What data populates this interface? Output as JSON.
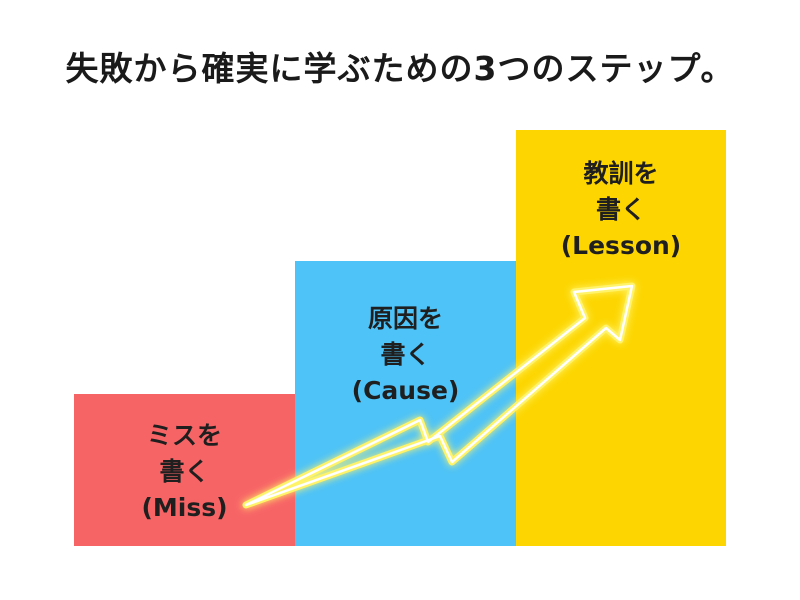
{
  "title": "失敗から確実に学ぶための3つのステップ。",
  "steps": [
    {
      "line1": "ミスを",
      "line2": "書く",
      "line3": "(Miss)",
      "color": "#f76466"
    },
    {
      "line1": "原因を",
      "line2": "書く",
      "line3": "(Cause)",
      "color": "#4ec3f7"
    },
    {
      "line1": "教訓を",
      "line2": "書く",
      "line3": "(Lesson)",
      "color": "#fdd601"
    }
  ],
  "arrow": {
    "glow_color": "#fff36b",
    "core_color": "#ffffff",
    "edge_color": "#3fd0e0"
  }
}
